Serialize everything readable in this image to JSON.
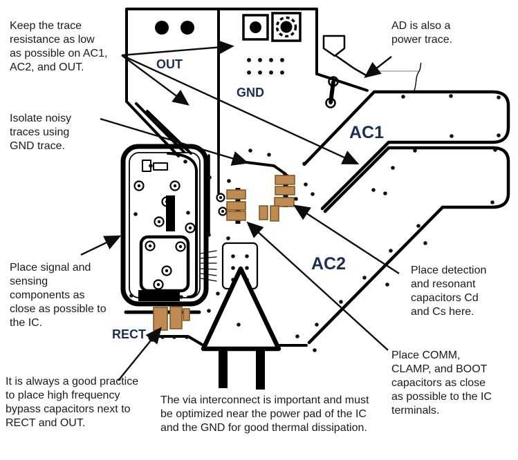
{
  "title": "PCB layout guidelines diagram",
  "pcb_labels": {
    "out": "OUT",
    "gnd": "GND",
    "ac1": "AC1",
    "ac2": "AC2",
    "rect": "RECT"
  },
  "annotations": {
    "keep_trace": "Keep the trace resistance as low as possible on AC1, AC2, and OUT.",
    "isolate_noisy": "Isolate noisy traces using GND trace.",
    "ad_power": "AD is also a power trace.",
    "signal_sensing": "Place signal and sensing components as close as possible to the IC.",
    "bypass_caps": "It is always a good practice to place high frequency bypass capacitors next to RECT and OUT.",
    "via_interconnect": "The via interconnect is important and must be optimized near the power pad of the IC and the GND for good thermal dissipation.",
    "detection_caps": "Place detection and resonant capacitors Cd and Cs here.",
    "comm_clamp_boot": "Place COMM, CLAMP, and BOOT capacitors as close as possible to the IC terminals."
  },
  "colors": {
    "capacitor": "#c08b52",
    "capacitor_border": "#7a521f",
    "label": "#1c2f52",
    "board_line": "#000000",
    "background": "#ffffff"
  }
}
